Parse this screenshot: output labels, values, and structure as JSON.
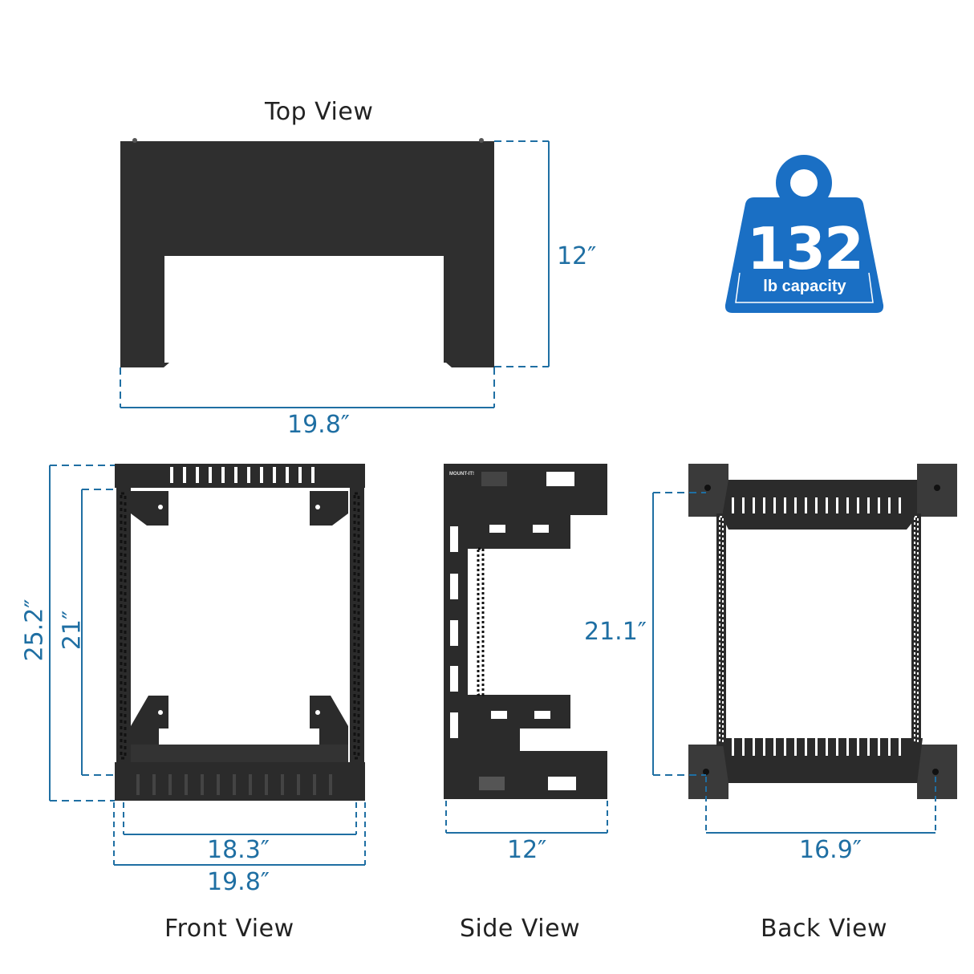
{
  "views": {
    "top": {
      "title": "Top View",
      "width": "19.8″",
      "depth": "12″"
    },
    "front": {
      "title": "Front View",
      "total_height": "25.2″",
      "rail_height": "21″",
      "rail_width": "18.3″",
      "total_width": "19.8″"
    },
    "side": {
      "title": "Side View",
      "depth": "12″",
      "brand": "MOUNT-IT!"
    },
    "back": {
      "title": "Back View",
      "hole_height": "21.1″",
      "hole_width": "16.9″"
    }
  },
  "badge": {
    "value": "132",
    "unit": "lb capacity",
    "color": "#1a6fc4"
  },
  "colors": {
    "dimension": "#1f6fa3",
    "metal": "#2b2b2b",
    "label": "#222222"
  }
}
